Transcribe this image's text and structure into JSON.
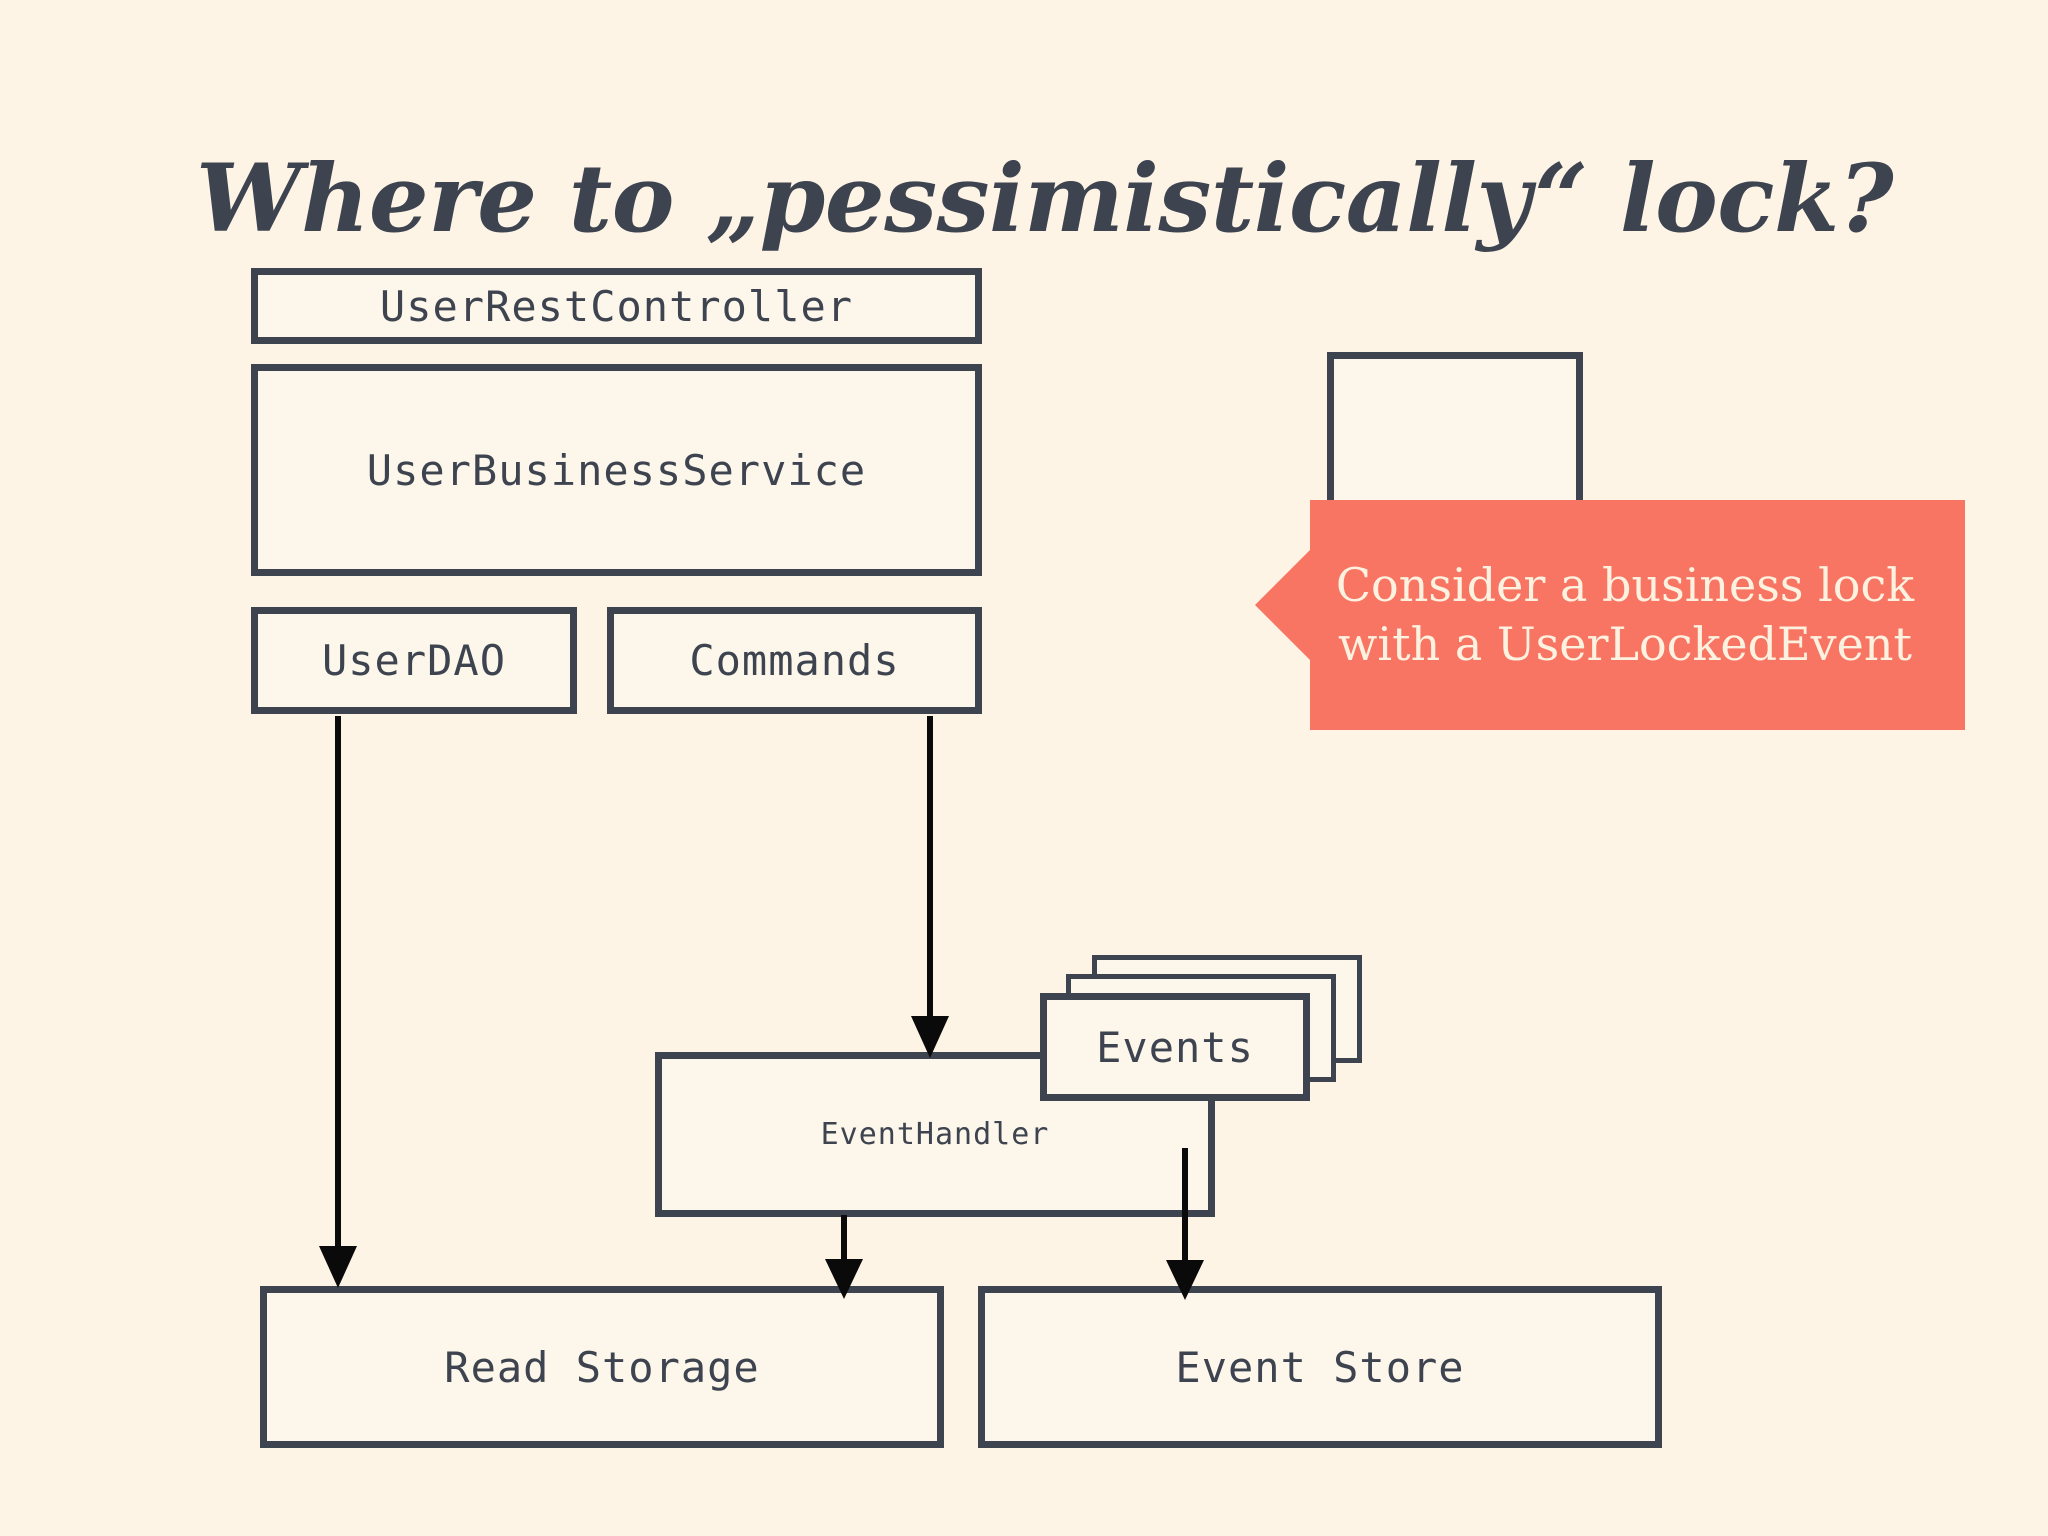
{
  "slide": {
    "title": "Where to „pessimistically“ lock?",
    "background_color": "#fdf4e6",
    "line_color": "#3d4450",
    "accent_color": "#f87563",
    "accent_text_color": "#fdf1e0"
  },
  "boxes": [
    {
      "id": "user-rest-controller",
      "label": "UserRestController"
    },
    {
      "id": "user-business-service",
      "label": "UserBusinessService"
    },
    {
      "id": "user-dao",
      "label": "UserDAO"
    },
    {
      "id": "commands",
      "label": "Commands"
    },
    {
      "id": "side-column",
      "label": ""
    },
    {
      "id": "events",
      "label": "Events"
    },
    {
      "id": "event-handler",
      "label": "EventHandler"
    },
    {
      "id": "read-storage",
      "label": "Read Storage"
    },
    {
      "id": "event-store",
      "label": "Event Store"
    }
  ],
  "callout": {
    "line1": "Consider a business lock",
    "line2": "with a UserLockedEvent"
  },
  "arrows": [
    {
      "id": "user-dao-to-read-storage",
      "from": "user-dao",
      "to": "read-storage"
    },
    {
      "id": "commands-to-event-handler",
      "from": "commands",
      "to": "event-handler"
    },
    {
      "id": "event-handler-to-read-storage",
      "from": "event-handler",
      "to": "read-storage"
    },
    {
      "id": "events-to-event-store",
      "from": "events",
      "to": "event-store"
    }
  ]
}
